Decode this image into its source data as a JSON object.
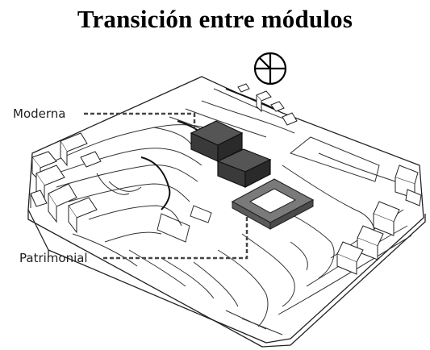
{
  "title": "Transición entre módulos",
  "labels": {
    "modern": "Moderna",
    "heritage": "Patrimonial"
  },
  "icons": {
    "north": "north-arrow-icon"
  },
  "colors": {
    "ink": "#222222",
    "modern_block": "#3a3a3a",
    "heritage_ring": "#6a6a6a",
    "leader": "#444444"
  }
}
